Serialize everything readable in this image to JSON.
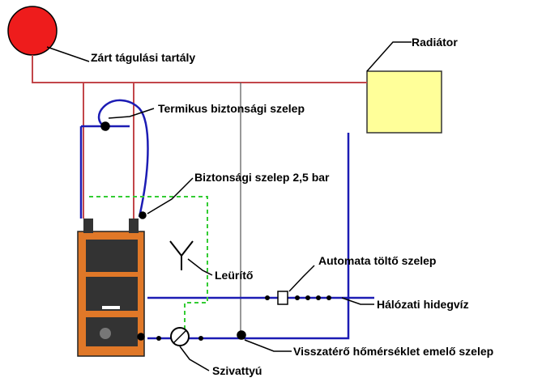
{
  "labels": {
    "vessel": "Zárt tágulási tartály",
    "radiator": "Radiátor",
    "thermal_valve": "Termikus biztonsági szelep",
    "safety_valve": "Biztonsági szelep 2,5 bar",
    "drain": "Leürítő",
    "auto_fill": "Automata töltő szelep",
    "mains_cold": "Hálózati hidegvíz",
    "pump": "Szivattyú",
    "return_valve": "Visszatérő hőmérséklet emelő szelep"
  },
  "colors": {
    "vessel": "#ee1c1c",
    "flow_pipe": "#c2464a",
    "return_pipe": "#1c1cb4",
    "radiator": "#ffff99",
    "boiler": "#e07828",
    "dashed": "#33cc33",
    "boiler_dark": "#333333"
  }
}
